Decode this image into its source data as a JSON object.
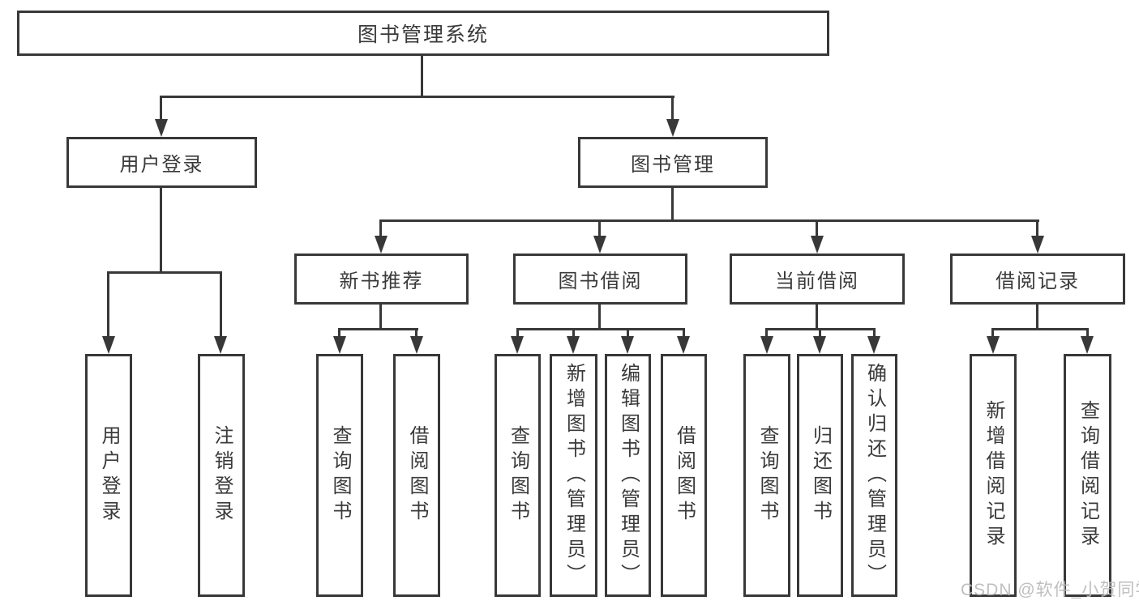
{
  "diagram": {
    "title": "图书管理系统",
    "nodes": {
      "root": {
        "label": "图书管理系统"
      },
      "user_login": {
        "label": "用户登录"
      },
      "book_mgmt": {
        "label": "图书管理"
      },
      "new_book_rec": {
        "label": "新书推荐"
      },
      "book_borrow": {
        "label": "图书借阅"
      },
      "current_borrow": {
        "label": "当前借阅"
      },
      "borrow_record": {
        "label": "借阅记录"
      },
      "leaf_user_login": {
        "label": "用户登录"
      },
      "leaf_logout": {
        "label": "注销登录"
      },
      "leaf_nb_query": {
        "label": "查询图书"
      },
      "leaf_nb_borrow": {
        "label": "借阅图书"
      },
      "leaf_bb_query": {
        "label": "查询图书"
      },
      "leaf_bb_add": {
        "label": "新增图书（管理员）"
      },
      "leaf_bb_edit": {
        "label": "编辑图书（管理员）"
      },
      "leaf_bb_borrow": {
        "label": "借阅图书"
      },
      "leaf_cb_query": {
        "label": "查询图书"
      },
      "leaf_cb_return": {
        "label": "归还图书"
      },
      "leaf_cb_confirm": {
        "label": "确认归还（管理员）"
      },
      "leaf_br_add": {
        "label": "新增借阅记录"
      },
      "leaf_br_query": {
        "label": "查询借阅记录"
      }
    },
    "colors": {
      "line": "#383838",
      "text": "#3a3a3a",
      "background": "#ffffff",
      "watermark": "#bababa"
    }
  },
  "watermark": {
    "text": "CSDN @软件_小贺同学"
  }
}
